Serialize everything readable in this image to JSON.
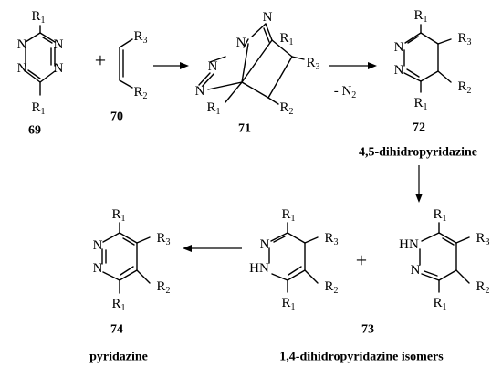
{
  "atoms": {
    "r": "R",
    "n": "N",
    "nh": "NH",
    "hn": "HN",
    "sub1": "1",
    "sub2": "2",
    "sub3": "3"
  },
  "operators": {
    "plus": "+",
    "minus_n2_prefix": "- N",
    "minus_n2_sub": "2"
  },
  "compounds": {
    "c69": "69",
    "c70": "70",
    "c71": "71",
    "c72": "72",
    "c73": "73",
    "c74": "74"
  },
  "names": {
    "dihydro45": "4,5-dihidropyridazine",
    "dihydro14_isomers": "1,4-dihidropyridazine isomers",
    "pyridazine": "pyridazine"
  }
}
